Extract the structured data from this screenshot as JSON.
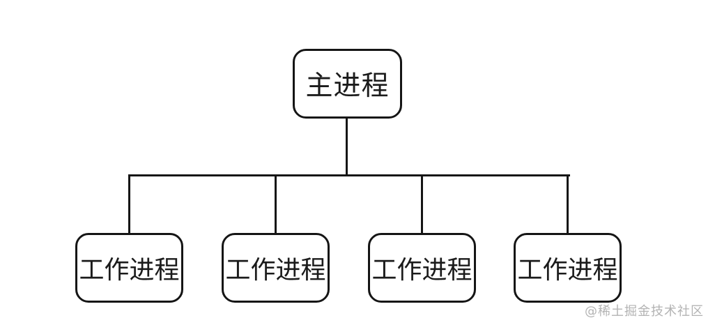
{
  "diagram": {
    "type": "tree",
    "root": {
      "label": "主进程"
    },
    "children": [
      {
        "label": "工作进程"
      },
      {
        "label": "工作进程"
      },
      {
        "label": "工作进程"
      },
      {
        "label": "工作进程"
      }
    ],
    "colors": {
      "line": "#151515",
      "node_border": "#151515",
      "node_fill": "#ffffff",
      "text": "#1b1b1b",
      "background": "#ffffff"
    }
  },
  "watermark": {
    "text": "@稀土掘金技术社区",
    "color": "#b3b3b3"
  }
}
